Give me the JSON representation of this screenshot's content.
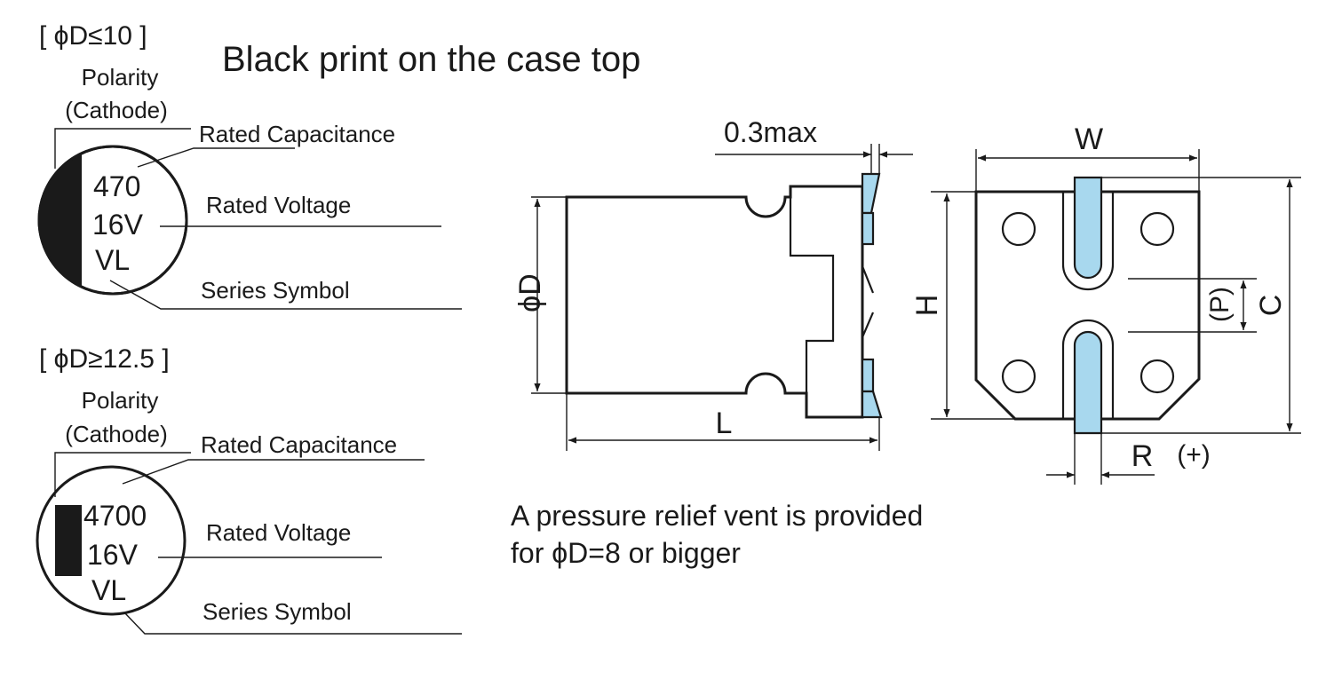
{
  "title": "Black print on the case top",
  "small_case": {
    "header": "[ ϕD≤10 ]",
    "polarity_line1": "Polarity",
    "polarity_line2": "(Cathode)",
    "capacitance_label": "Rated Capacitance",
    "voltage_label": "Rated Voltage",
    "series_label": "Series Symbol",
    "marking_capacitance": "470",
    "marking_voltage": "16V",
    "marking_series": "VL"
  },
  "large_case": {
    "header": "[ ϕD≥12.5 ]",
    "polarity_line1": "Polarity",
    "polarity_line2": "(Cathode)",
    "capacitance_label": "Rated Capacitance",
    "voltage_label": "Rated Voltage",
    "series_label": "Series Symbol",
    "marking_capacitance": "4700",
    "marking_voltage": "16V",
    "marking_series": "VL"
  },
  "side_view": {
    "dim_thickness": "0.3max",
    "dim_diameter": "ϕD",
    "dim_length": "L"
  },
  "bottom_view": {
    "dim_width": "W",
    "dim_height": "H",
    "dim_pitch": "(P)",
    "dim_c": "C",
    "dim_r": "R",
    "polarity_plus": "(+)"
  },
  "note_line1": "A pressure relief vent is provided",
  "note_line2": "for ϕD=8 or bigger",
  "colors": {
    "terminal_fill": "#a8d8ee",
    "line": "#1a1a1a",
    "marking_band": "#1a1a1a"
  }
}
